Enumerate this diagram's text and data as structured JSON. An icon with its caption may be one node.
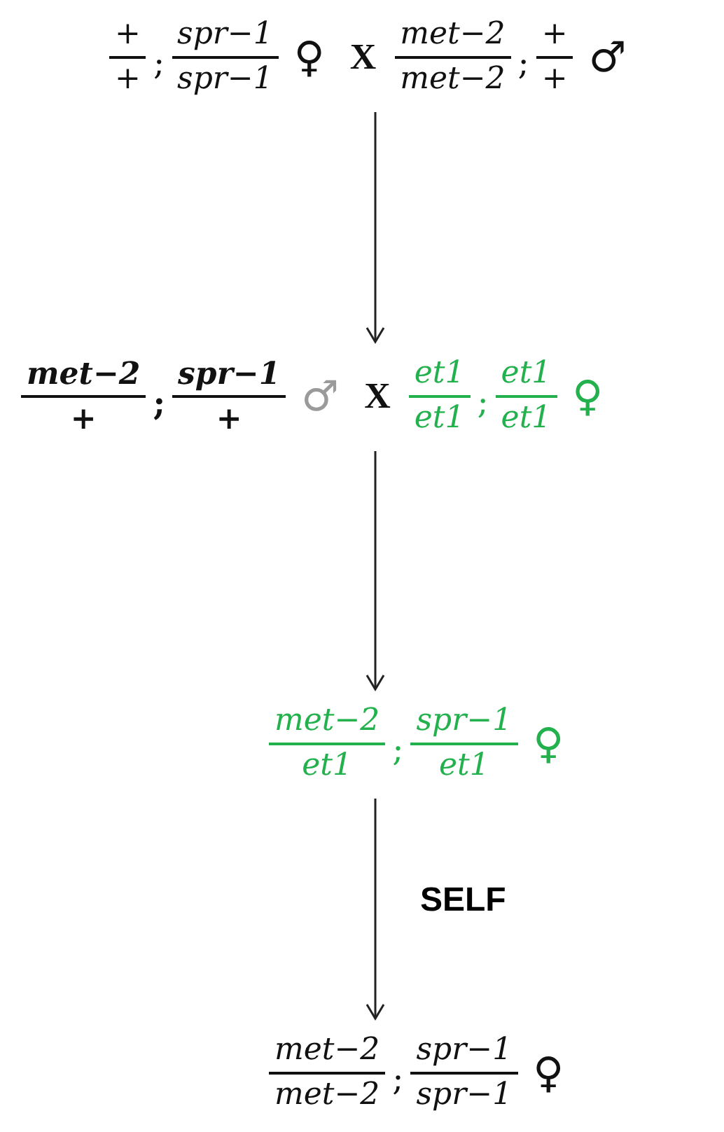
{
  "diagram": {
    "nodes": [
      {
        "text": [
          "+",
          "+",
          ";",
          "spr−1",
          "spr−1",
          "♀",
          "X",
          "met−2",
          "met−2",
          ";",
          "+",
          "+",
          "♂"
        ]
      },
      {
        "text": [
          "met−2",
          "+",
          ";",
          "spr−1",
          "+",
          "♂",
          "X",
          "et1",
          "et1",
          ";",
          "et1",
          "et1",
          "♀"
        ]
      },
      {
        "text": [
          "met−2",
          "et1",
          ";",
          "spr−1",
          "et1",
          "♀"
        ]
      },
      {
        "text": [
          "met−2",
          "met−2",
          ";",
          "spr−1",
          "spr−1",
          "♀"
        ]
      }
    ],
    "edges": [
      {
        "from": 0,
        "to": 1,
        "arrow": "to"
      },
      {
        "from": 1,
        "to": 2,
        "arrow": "to"
      },
      {
        "from": 2,
        "to": 3,
        "arrow": "to",
        "label": "SELF"
      }
    ]
  }
}
